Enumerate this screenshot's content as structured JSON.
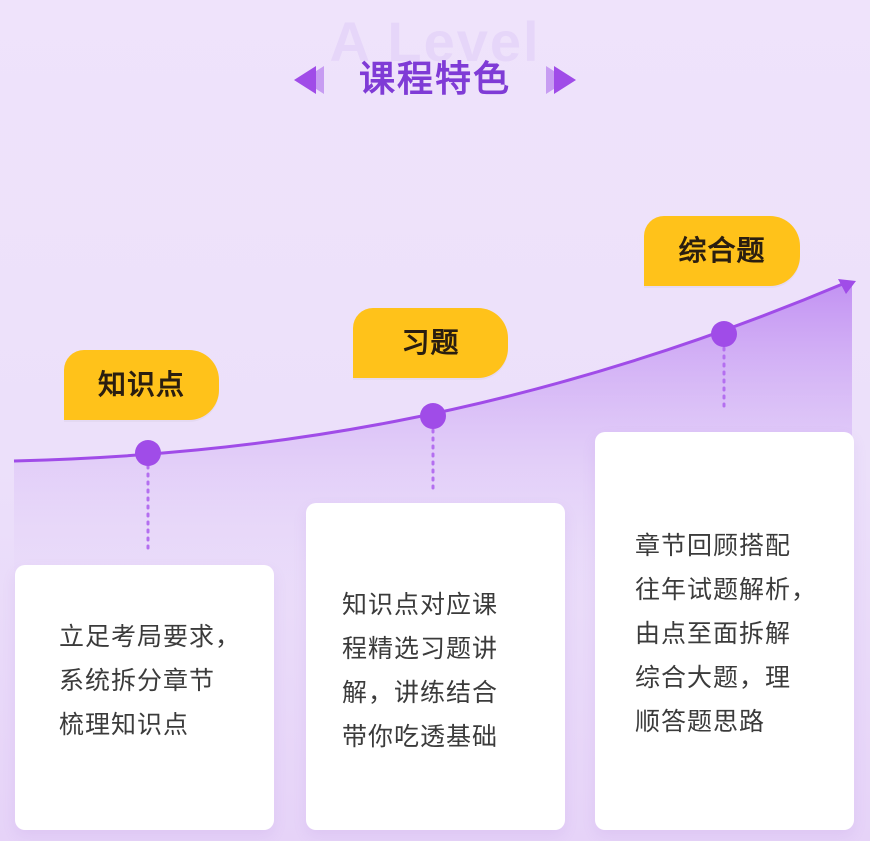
{
  "header": {
    "watermark": "A Level",
    "title": "课程特色"
  },
  "colors": {
    "accent_purple": "#a04ce8",
    "title_purple": "#7f3bd6",
    "tag_yellow": "#ffc21a",
    "background": "#efe3fb"
  },
  "steps": [
    {
      "tag": "知识点",
      "description": "立足考局要求，\n系统拆分章节\n梳理知识点"
    },
    {
      "tag": "习题",
      "description": "知识点对应课\n程精选习题讲\n解，讲练结合\n带你吃透基础"
    },
    {
      "tag": "综合题",
      "description": "章节回顾搭配\n往年试题解析，\n由点至面拆解\n综合大题，理\n顺答题思路"
    }
  ]
}
